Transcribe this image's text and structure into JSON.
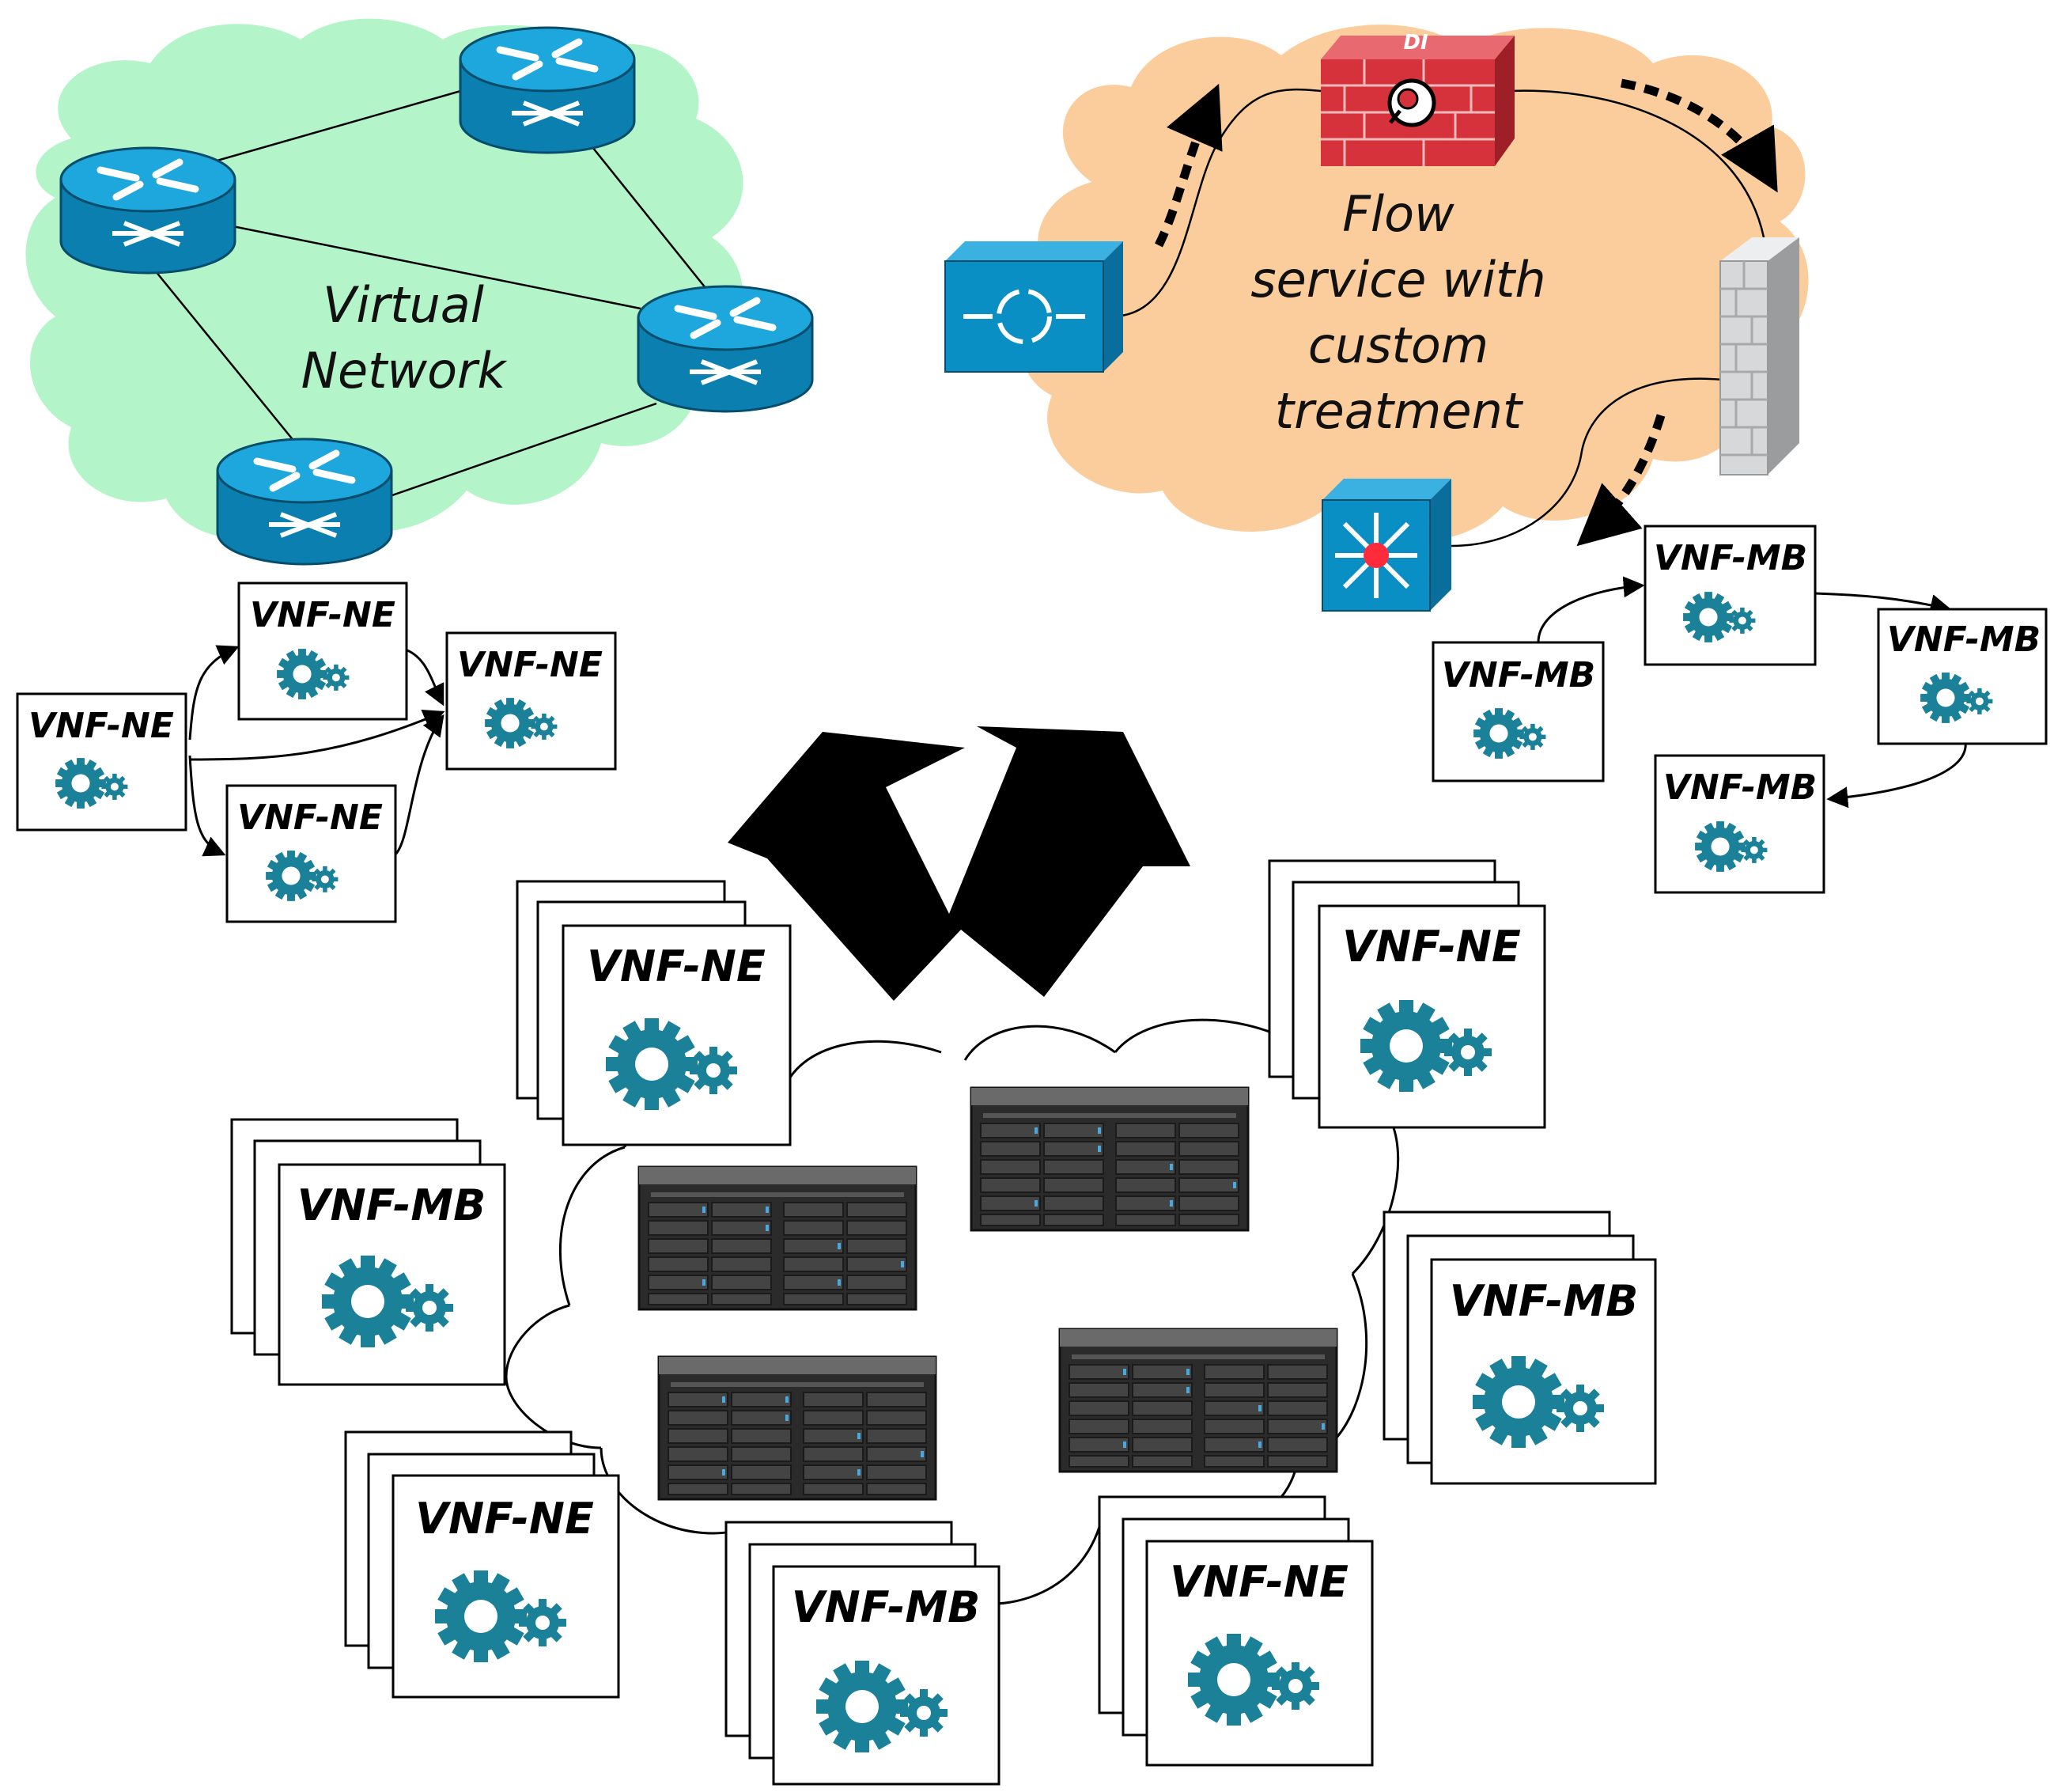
{
  "virtual_network": {
    "label_lines": [
      "Virtual",
      "Network"
    ],
    "cloud_color": "#b3f5c9",
    "router_color": "#0a8fc4"
  },
  "flow_service": {
    "label_lines": [
      "Flow",
      "service with",
      "custom",
      "treatment"
    ],
    "cloud_color": "#fbcd9c",
    "dpi_label": "DI",
    "firewall_red": "#d6323b",
    "firewall_grey": "#c9cbcd",
    "switch_color": "#0a8fc4"
  },
  "vnf_chain_ne": {
    "boxes": [
      "VNF-NE",
      "VNF-NE",
      "VNF-NE",
      "VNF-NE"
    ]
  },
  "vnf_chain_mb": {
    "boxes": [
      "VNF-MB",
      "VNF-MB",
      "VNF-MB",
      "VNF-MB"
    ]
  },
  "infrastructure": {
    "stacks": [
      "VNF-NE",
      "VNF-NE",
      "VNF-MB",
      "VNF-MB",
      "VNF-NE",
      "VNF-MB",
      "VNF-NE"
    ],
    "servers": 4
  },
  "colors": {
    "gear": "#1a8199",
    "arrow": "#000000",
    "server_body": "#2a2a2a"
  }
}
